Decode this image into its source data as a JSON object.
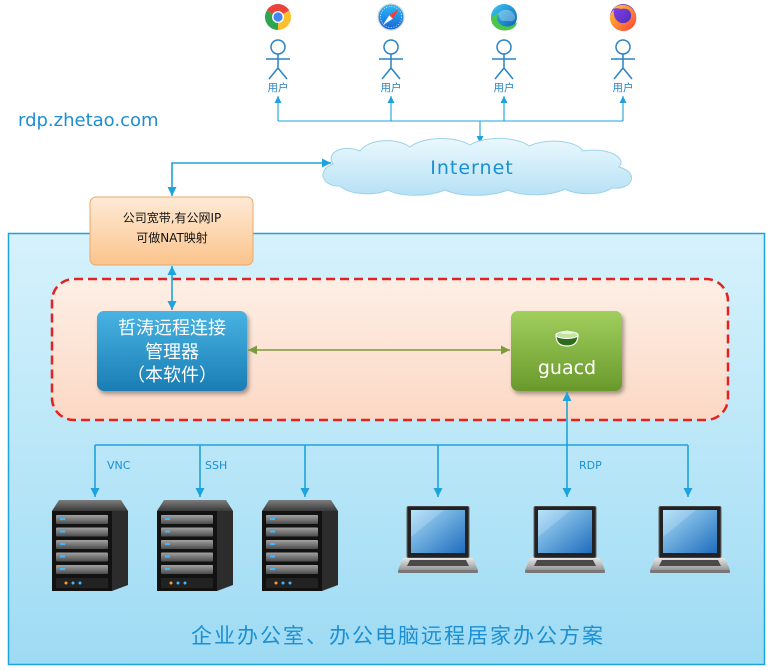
{
  "site_url": "rdp.zhetao.com",
  "users": [
    {
      "browser_icon": "chrome-icon",
      "label": "用户"
    },
    {
      "browser_icon": "safari-icon",
      "label": "用户"
    },
    {
      "browser_icon": "edge-icon",
      "label": "用户"
    },
    {
      "browser_icon": "firefox-icon",
      "label": "用户"
    }
  ],
  "internet": {
    "label": "Internet",
    "icon": "cloud-icon"
  },
  "gateway": {
    "line1": "公司宽带,有公网IP",
    "line2": "可做NAT映射"
  },
  "manager": {
    "line1": "哲涛远程连接",
    "line2": "管理器",
    "line3": "（本软件）"
  },
  "guacd": {
    "label": "guacd",
    "icon": "guacamole-bowl-icon"
  },
  "protocols": {
    "vnc": "VNC",
    "ssh": "SSH",
    "rdp": "RDP"
  },
  "devices": [
    {
      "icon": "server-icon"
    },
    {
      "icon": "server-icon"
    },
    {
      "icon": "server-icon"
    },
    {
      "icon": "laptop-icon"
    },
    {
      "icon": "laptop-icon"
    },
    {
      "icon": "laptop-icon"
    }
  ],
  "footer": {
    "title": "企业办公室、办公电脑远程居家办公方案"
  },
  "colors": {
    "accent": "#1ea3dc",
    "title": "#1c8fd2",
    "dashed_border": "#e32222",
    "peer_link": "#7d9b3c",
    "user_label": "#2a84c4"
  }
}
